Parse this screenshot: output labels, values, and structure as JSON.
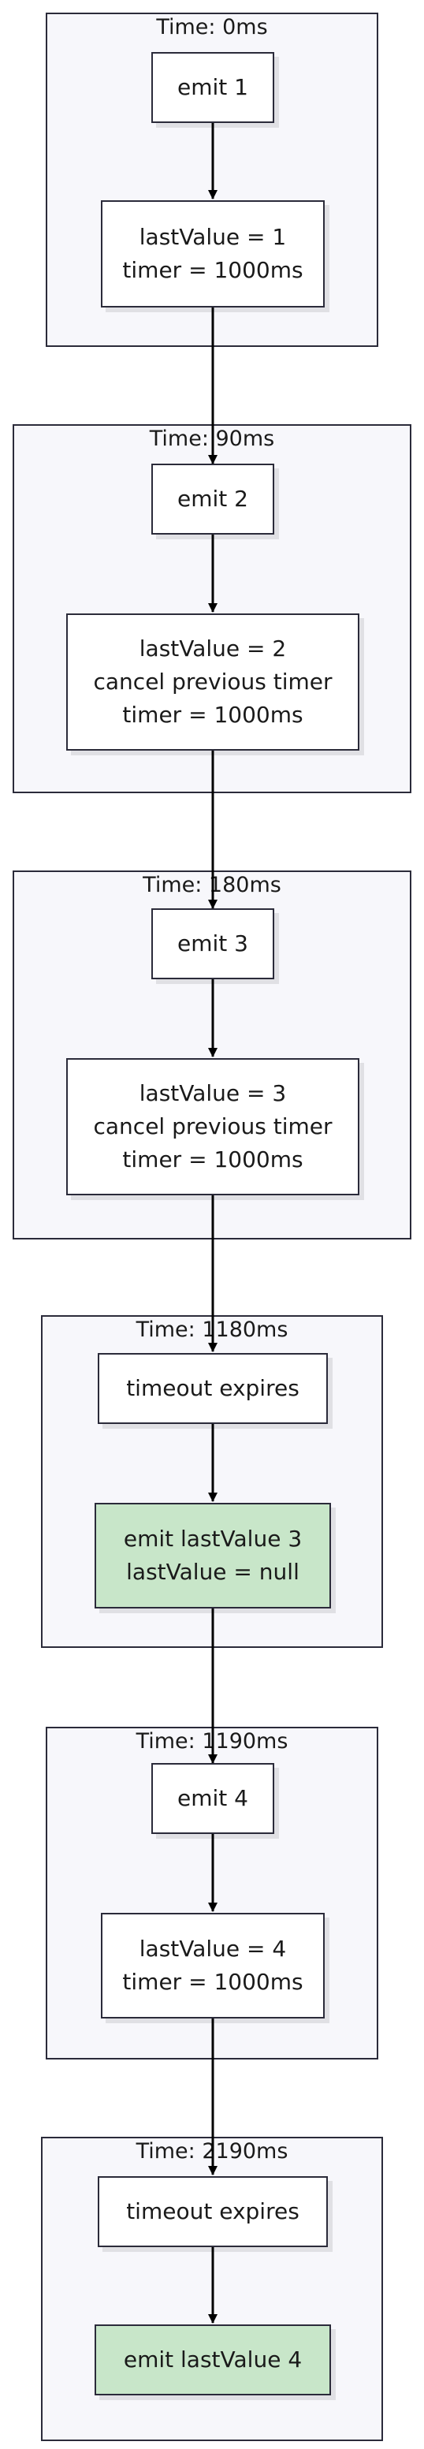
{
  "colors": {
    "group_bg": "#f7f7fb",
    "node_bg": "#ffffff",
    "highlight_bg": "#c8e6c9",
    "stroke": "#2b2b3a",
    "arrow": "#000000"
  },
  "groups": [
    {
      "title": "Time: 0ms",
      "nodes": [
        {
          "text": "emit 1"
        },
        {
          "text": "lastValue = 1\ntimer = 1000ms"
        }
      ]
    },
    {
      "title": "Time: 90ms",
      "nodes": [
        {
          "text": "emit 2"
        },
        {
          "text": "lastValue = 2\ncancel previous timer\ntimer = 1000ms"
        }
      ]
    },
    {
      "title": "Time: 180ms",
      "nodes": [
        {
          "text": "emit 3"
        },
        {
          "text": "lastValue = 3\ncancel previous timer\ntimer = 1000ms"
        }
      ]
    },
    {
      "title": "Time: 1180ms",
      "nodes": [
        {
          "text": "timeout expires"
        },
        {
          "text": "emit lastValue 3\nlastValue = null",
          "highlight": true
        }
      ]
    },
    {
      "title": "Time: 1190ms",
      "nodes": [
        {
          "text": "emit 4"
        },
        {
          "text": "lastValue = 4\ntimer = 1000ms"
        }
      ]
    },
    {
      "title": "Time: 2190ms",
      "nodes": [
        {
          "text": "timeout expires"
        },
        {
          "text": "emit lastValue 4",
          "highlight": true
        }
      ]
    }
  ]
}
